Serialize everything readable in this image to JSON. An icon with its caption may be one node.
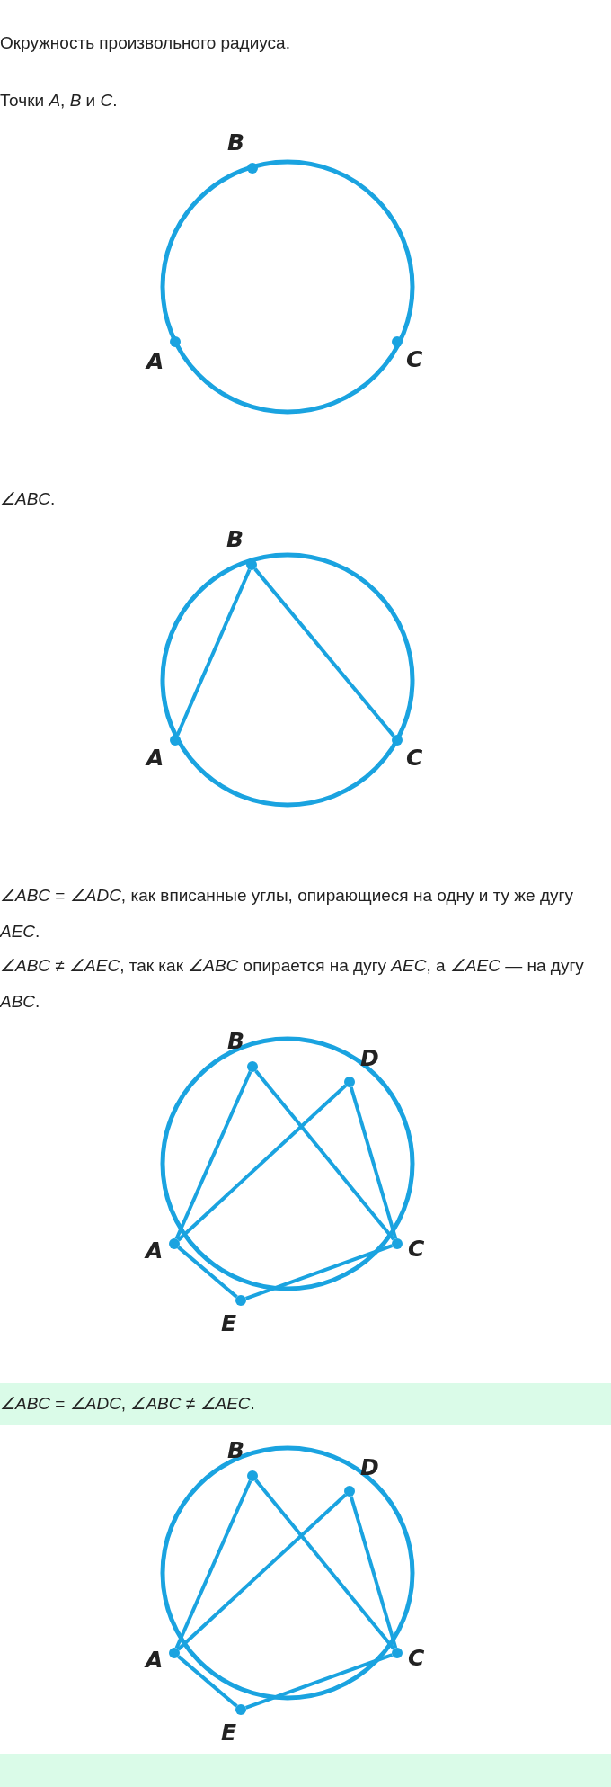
{
  "diagram": {
    "nodes": [
      {
        "text": [],
        "shape": "circle",
        "beside": [
          "B"
        ]
      },
      {
        "text": [],
        "shape": "circle",
        "beside": [
          "A"
        ]
      },
      {
        "text": [],
        "shape": "circle",
        "beside": [
          "C"
        ]
      },
      {
        "text": [],
        "shape": "circle",
        "beside": [
          "B"
        ]
      },
      {
        "text": [],
        "shape": "circle",
        "beside": [
          "A"
        ]
      },
      {
        "text": [],
        "shape": "circle",
        "beside": [
          "C"
        ]
      },
      {
        "text": [],
        "shape": "circle",
        "beside": [
          "B"
        ]
      },
      {
        "text": [],
        "shape": "circle",
        "beside": [
          "D"
        ]
      },
      {
        "text": [],
        "shape": "circle",
        "beside": [
          "A"
        ]
      },
      {
        "text": [],
        "shape": "circle",
        "beside": [
          "C"
        ]
      },
      {
        "text": [],
        "shape": "circle",
        "beside": [
          "E"
        ]
      },
      {
        "text": [],
        "shape": "circle",
        "beside": [
          "B"
        ]
      },
      {
        "text": [],
        "shape": "circle",
        "beside": [
          "D"
        ]
      },
      {
        "text": [],
        "shape": "circle",
        "beside": [
          "A"
        ]
      },
      {
        "text": [],
        "shape": "circle",
        "beside": [
          "C"
        ]
      },
      {
        "text": [],
        "shape": "circle",
        "beside": [
          "E"
        ]
      },
      {
        "text": [],
        "shape": "bar"
      }
    ],
    "edges": [
      {
        "from": 4,
        "to": 3,
        "arrow": "none"
      },
      {
        "from": 3,
        "to": 5,
        "arrow": "none"
      },
      {
        "from": 8,
        "to": 6,
        "arrow": "none"
      },
      {
        "from": 6,
        "to": 9,
        "arrow": "none"
      },
      {
        "from": 8,
        "to": 7,
        "arrow": "none"
      },
      {
        "from": 7,
        "to": 9,
        "arrow": "none"
      },
      {
        "from": 8,
        "to": 10,
        "arrow": "none"
      },
      {
        "from": 10,
        "to": 9,
        "arrow": "none"
      },
      {
        "from": 13,
        "to": 11,
        "arrow": "none"
      },
      {
        "from": 11,
        "to": 14,
        "arrow": "none"
      },
      {
        "from": 13,
        "to": 12,
        "arrow": "none"
      },
      {
        "from": 12,
        "to": 14,
        "arrow": "none"
      },
      {
        "from": 13,
        "to": 15,
        "arrow": "none"
      },
      {
        "from": 15,
        "to": 14,
        "arrow": "none"
      }
    ],
    "labels": [
      "Окружность произвольного радиуса.",
      "Точки *A*, *B* и *C*.",
      "*∠ABC*.",
      "*∠ABC* = *∠ADC*, как вписанные углы, опирающиеся на одну и ту же дугу *AEC*.",
      "*∠ABC* ≠ *∠AEC*, так как *∠ABC* опирается на дугу *AEC*, а *∠AEC* — на дугу *ABC*.",
      "*∠ABC* = *∠ADC*, *∠ABC* ≠ *∠AEC*."
    ]
  }
}
